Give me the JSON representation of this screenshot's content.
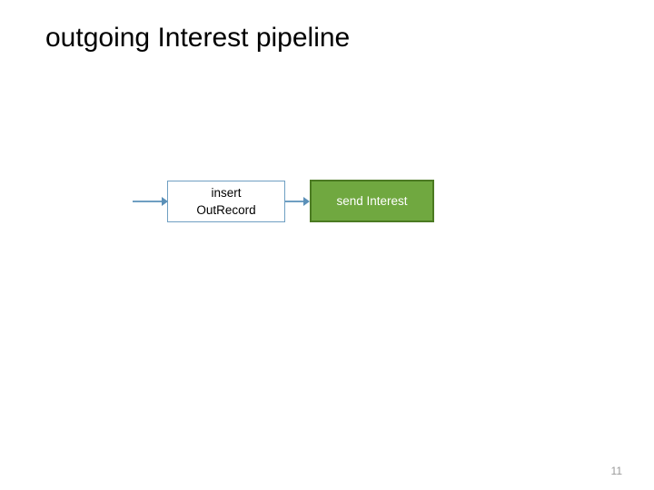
{
  "slide": {
    "title": "outgoing Interest pipeline",
    "page_number": "11",
    "background_color": "#ffffff"
  },
  "diagram": {
    "type": "flow",
    "nodes": [
      {
        "id": "insert-out-record",
        "label": "insert\nOutRecord",
        "fill_color": "#ffffff",
        "border_color": "#6f9fc2",
        "text_color": "#000000"
      },
      {
        "id": "send-interest",
        "label": "send Interest",
        "fill_color": "#70a840",
        "border_color": "#4b7a22",
        "text_color": "#ffffff"
      }
    ],
    "connectors": [
      {
        "id": "inbound-arrow",
        "from": "",
        "to": "insert-out-record",
        "color": "#6f9fc2"
      },
      {
        "id": "insert-to-send-arrow",
        "from": "insert-out-record",
        "to": "send-interest",
        "color": "#6f9fc2"
      }
    ]
  }
}
